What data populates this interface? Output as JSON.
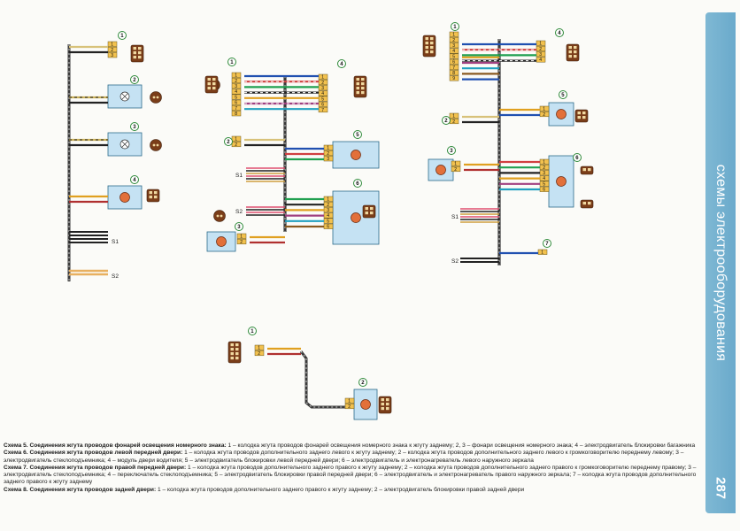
{
  "page": {
    "section_title": "схемы электрооборудования",
    "page_number": "287"
  },
  "labels": {
    "s1": "S1",
    "s2": "S2"
  },
  "callouts": [
    "1",
    "2",
    "3",
    "4",
    "5",
    "6",
    "7"
  ],
  "pins": [
    "1",
    "2",
    "3",
    "4",
    "5",
    "6",
    "7",
    "8",
    "9"
  ],
  "captions": [
    {
      "title": "Схема 5. Соединения жгута проводов фонарей освещения номерного знака:",
      "text": " 1 – колодка жгута проводов фонарей освещения номерного знака к жгуту заднему; 2, 3 – фонари освещения номерного знака; 4 – электродвигатель блокировки багажника"
    },
    {
      "title": "Схема 6. Соединения жгута проводов левой передней двери:",
      "text": " 1 – колодка жгута проводов дополнительного заднего левого к жгуту заднему; 2 – колодка жгута проводов дополнительного заднего левого к громкоговорителю переднему левому; 3 – электродвигатель стеклоподъемника; 4 – модуль двери водителя; 5 – электродвигатель блокировки левой передней двери; 6 – электродвигатель и электронагреватель левого наружного зеркала"
    },
    {
      "title": "Схема 7. Соединения жгута проводов правой передней двери:",
      "text": " 1 – колодка жгута проводов дополнительного заднего правого к жгуту заднему; 2 – колодка жгута проводов дополнительного заднего правого к громкоговорителю переднему правому; 3 – электродвигатель стеклоподъемника; 4 – переключатель стеклоподъемника; 5 – электродвигатель блокировки правой передней двери; 6 – электродвигатель и электронагреватель правого наружного зеркала; 7 – колодка жгута проводов дополнительного заднего правого к жгуту заднему"
    },
    {
      "title": "Схема 8. Соединения жгута проводов задней двери:",
      "text": " 1 – колодка жгута проводов дополнительного заднего правого к жгуту заднему; 2 – электродвигатель блокировки правой задней двери"
    }
  ],
  "colors": {
    "connector": "#f2c14e",
    "component_box": "#c5e2f3",
    "motor": "#e2703a",
    "harness": "#3a3a3a",
    "tab": "#74b3d1"
  }
}
